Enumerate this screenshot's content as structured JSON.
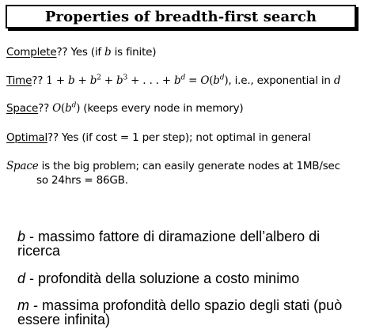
{
  "title": "Properties of breadth-first search",
  "complete": {
    "label": "Complete",
    "rest": "?? Yes (if ",
    "var": "b",
    "tail": " is finite)"
  },
  "time": {
    "label": "Time",
    "qq": "?? ",
    "formula_start": "1 + ",
    "formula_tail": ", i.e., exponential in ",
    "var": "d"
  },
  "space": {
    "label": "Space",
    "qq": "?? ",
    "tail": " (keeps every node in memory)"
  },
  "optimal": {
    "label": "Optimal",
    "rest": "?? Yes (if cost = 1 per step); not optimal in general"
  },
  "note": {
    "lead": "Space",
    "line1": " is the big problem; can easily generate nodes at 1MB/sec",
    "line2": "so 24hrs = 86GB."
  },
  "definitions": [
    {
      "var": "b",
      "text": " - massimo fattore di diramazione dell’albero di ricerca"
    },
    {
      "var": "d",
      "text": " - profondità della soluzione a costo minimo"
    },
    {
      "var": "m",
      "text": " - massima profondità dello spazio degli stati (può essere infinita)"
    }
  ]
}
